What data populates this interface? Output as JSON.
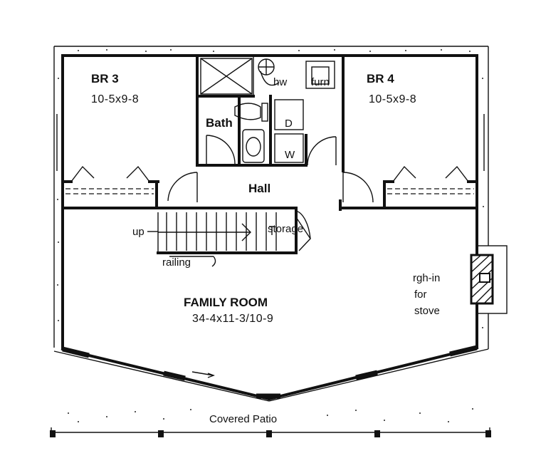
{
  "rooms": {
    "br3": {
      "name": "BR 3",
      "size": "10-5x9-8"
    },
    "br4": {
      "name": "BR 4",
      "size": "10-5x9-8"
    },
    "bath": {
      "name": "Bath"
    },
    "hall": {
      "name": "Hall"
    },
    "family_room": {
      "name": "FAMILY ROOM",
      "size": "34-4x11-3/10-9"
    },
    "patio": {
      "name": "Covered Patio"
    }
  },
  "fixtures": {
    "hot_water": "hw",
    "furnace": "furn",
    "dryer": "D",
    "washer": "W"
  },
  "annotations": {
    "stairs_up": "up",
    "storage": "storage",
    "railing": "railing",
    "stove_line1": "rgh-in",
    "stove_line2": "for",
    "stove_line3": "stove"
  }
}
